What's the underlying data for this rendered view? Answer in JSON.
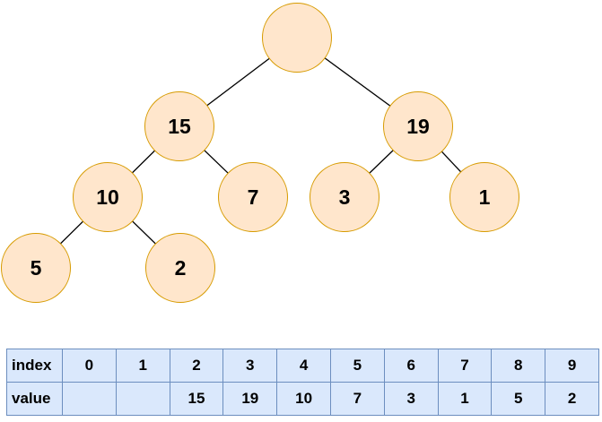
{
  "diagram": {
    "title": "binary-tree-with-array-representation",
    "tree": {
      "nodes": [
        {
          "id": "root",
          "label": ""
        },
        {
          "id": "n15",
          "label": "15"
        },
        {
          "id": "n19",
          "label": "19"
        },
        {
          "id": "n10",
          "label": "10"
        },
        {
          "id": "n7",
          "label": "7"
        },
        {
          "id": "n3",
          "label": "3"
        },
        {
          "id": "n1",
          "label": "1"
        },
        {
          "id": "n5",
          "label": "5"
        },
        {
          "id": "n2",
          "label": "2"
        }
      ],
      "edges": [
        {
          "from": "root",
          "to": "n15"
        },
        {
          "from": "root",
          "to": "n19"
        },
        {
          "from": "n15",
          "to": "n10"
        },
        {
          "from": "n15",
          "to": "n7"
        },
        {
          "from": "n19",
          "to": "n3"
        },
        {
          "from": "n19",
          "to": "n1"
        },
        {
          "from": "n10",
          "to": "n5"
        },
        {
          "from": "n10",
          "to": "n2"
        }
      ]
    },
    "table": {
      "rows": [
        {
          "header": "index",
          "cells": [
            "0",
            "1",
            "2",
            "3",
            "4",
            "5",
            "6",
            "7",
            "8",
            "9"
          ]
        },
        {
          "header": "value",
          "cells": [
            "",
            "",
            "15",
            "19",
            "10",
            "7",
            "3",
            "1",
            "5",
            "2"
          ]
        }
      ]
    },
    "colors": {
      "node_fill": "#ffe6cc",
      "node_border": "#d79b00",
      "edge_line": "#000000",
      "table_fill": "#dae8fc",
      "table_border": "#6c8ebf",
      "text": "#000000",
      "background": "#ffffff"
    }
  }
}
